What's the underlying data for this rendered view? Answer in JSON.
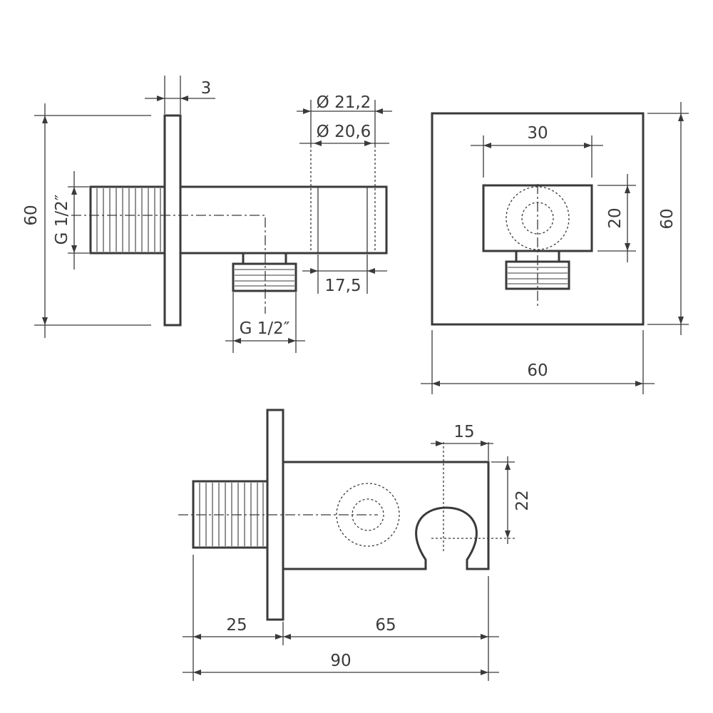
{
  "drawing": {
    "side_view": {
      "flange_thickness": "3",
      "height": "60",
      "inlet_thread": "G 1/2″",
      "outlet_thread": "G 1/2″",
      "outer_diameter": "Ø 21,2",
      "inner_diameter": "Ø 20,6",
      "outlet_offset": "17,5"
    },
    "front_view": {
      "body_width": "30",
      "body_height": "20",
      "plate_height": "60",
      "plate_width": "60"
    },
    "bottom_view": {
      "holder_width": "15",
      "holder_height": "22",
      "thread_length": "25",
      "body_length": "65",
      "total_length": "90"
    }
  }
}
